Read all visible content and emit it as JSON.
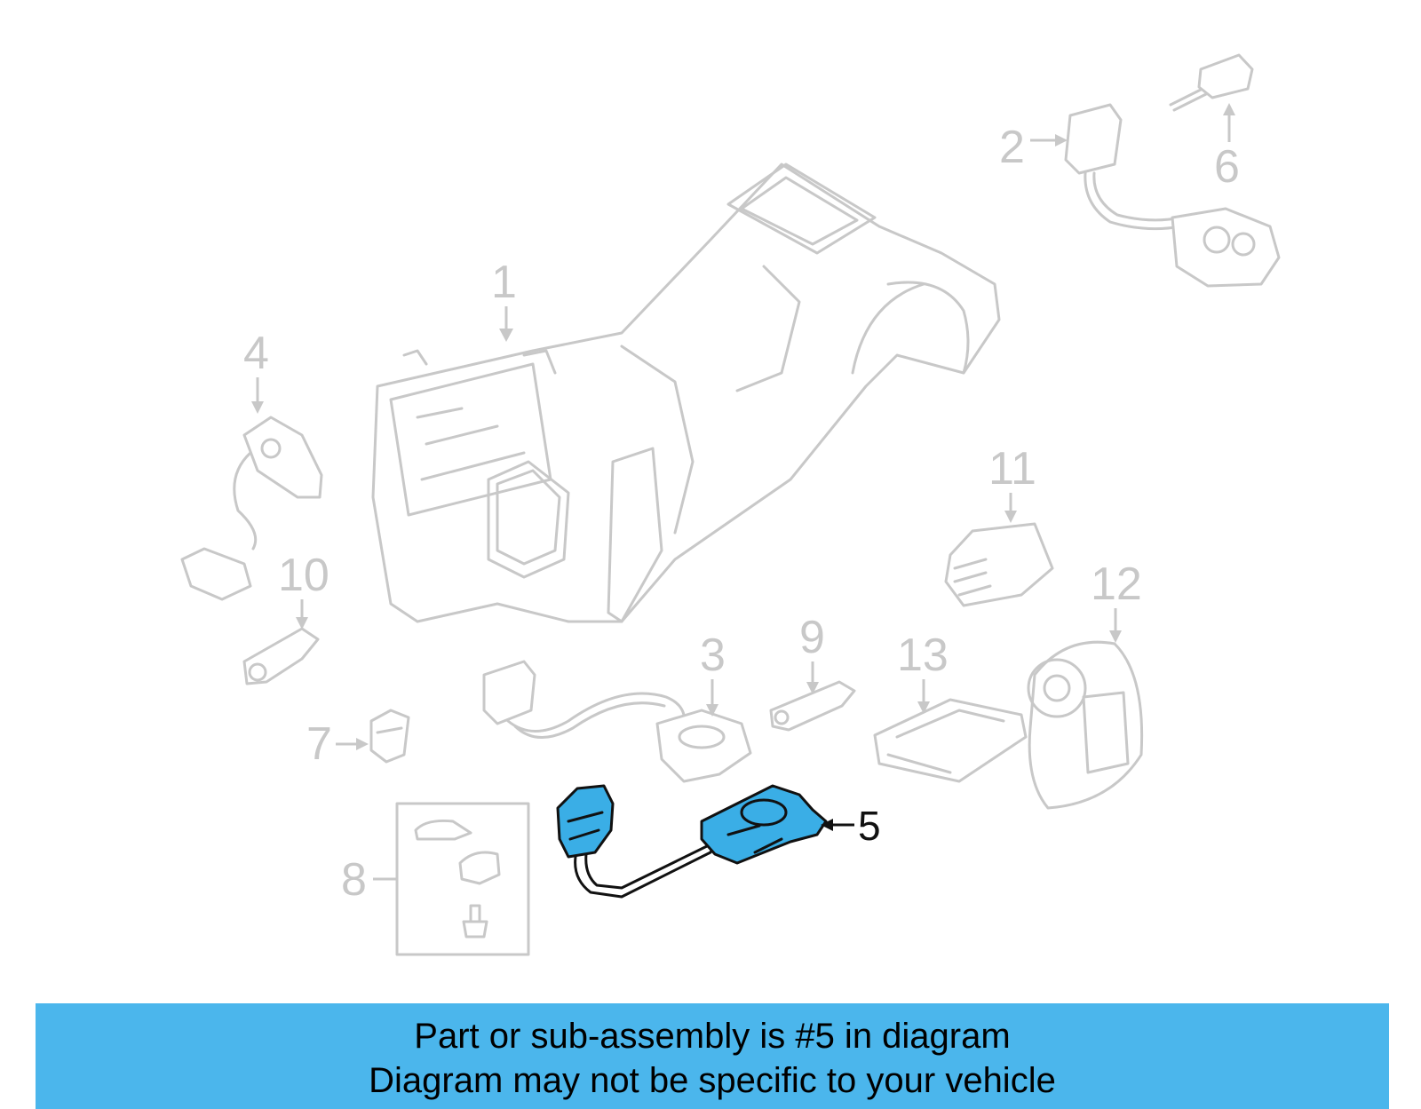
{
  "diagram": {
    "callouts": [
      "1",
      "2",
      "3",
      "4",
      "5",
      "6",
      "7",
      "8",
      "9",
      "10",
      "11",
      "12",
      "13"
    ],
    "highlighted_part": "5",
    "colors": {
      "linework": "#c8c8c8",
      "highlight_fill": "#3aaee6",
      "highlight_outline": "#111111",
      "banner": "#4bb6ec"
    }
  },
  "banner": {
    "line1": "Part or sub-assembly is #5 in diagram",
    "line2": "Diagram may not be specific to your vehicle"
  }
}
